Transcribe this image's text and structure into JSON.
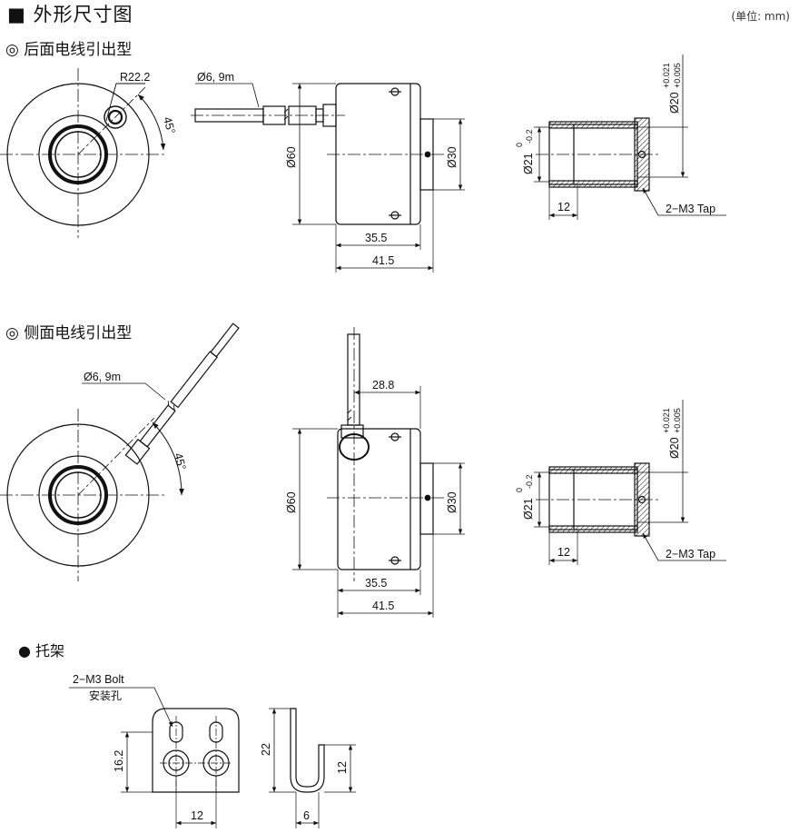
{
  "title": "■ 外形尺寸图",
  "unit": "(单位: mm)",
  "sections": {
    "rear": "◎ 后面电线引出型",
    "side": "◎ 侧面电线引出型",
    "bracket": "● 托架"
  },
  "dims": {
    "r22": "R22.2",
    "cable": "Ø6, 9m",
    "angle": "45°",
    "d60": "Ø60",
    "d30": "Ø30",
    "l355": "35.5",
    "l415": "41.5",
    "d21": "Ø21",
    "d21tol_up": "0",
    "d21tol_dn": "-0.2",
    "d20": "Ø20",
    "d20tol_up": "+0.021",
    "d20tol_dn": "+0.005",
    "d12": "12",
    "tap": "2−M3 Tap",
    "l288": "28.8",
    "bolt": "2−M3 Bolt",
    "hole": "安装孔",
    "h162": "16.2",
    "h22": "22",
    "w6": "6"
  }
}
